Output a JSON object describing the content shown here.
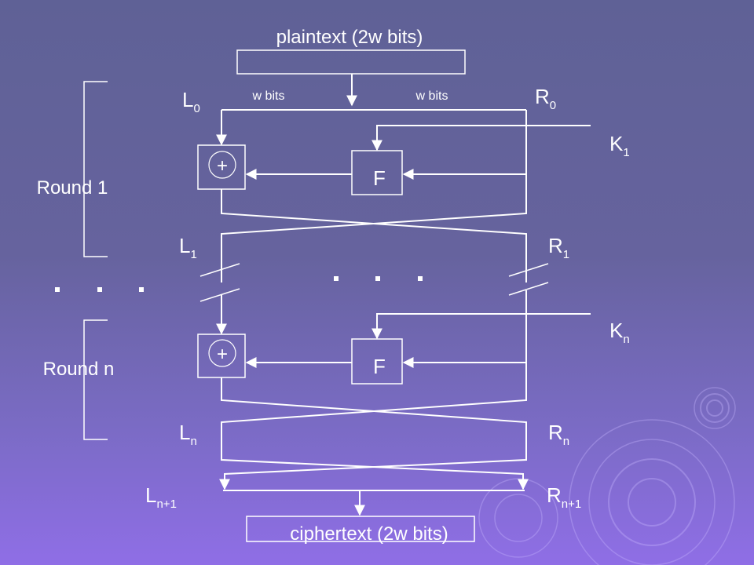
{
  "plaintext_label": "plaintext (2w bits)",
  "ciphertext_label": "ciphertext (2w bits)",
  "split_left": "w bits",
  "split_right": "w bits",
  "labels": {
    "L0": {
      "main": "L",
      "sub": "0"
    },
    "R0": {
      "main": "R",
      "sub": "0"
    },
    "L1": {
      "main": "L",
      "sub": "1"
    },
    "R1": {
      "main": "R",
      "sub": "1"
    },
    "Ln": {
      "main": "L",
      "sub": "n"
    },
    "Rn": {
      "main": "R",
      "sub": "n"
    },
    "Ln1": {
      "main": "L",
      "sub": "n+1"
    },
    "Rn1": {
      "main": "R",
      "sub": "n+1"
    },
    "K1": {
      "main": "K",
      "sub": "1"
    },
    "Kn": {
      "main": "K",
      "sub": "n"
    }
  },
  "round1_label": "Round 1",
  "roundn_label": "Round n",
  "xor_symbol": "+",
  "f_label": "F",
  "ellipsis_dots": ". . .",
  "colors": {
    "line": "#ffffff",
    "background_top": "#5f6196",
    "background_bottom": "#8f6ee6"
  }
}
